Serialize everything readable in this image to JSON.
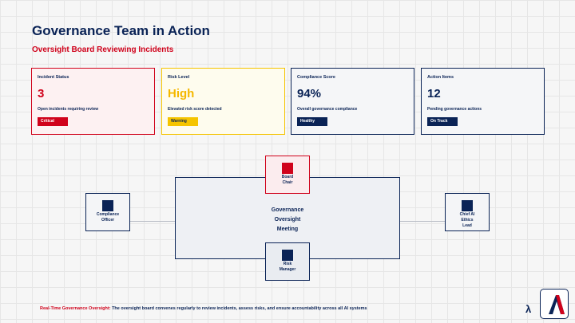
{
  "header": {
    "title": "Governance Team in Action",
    "subtitle": "Oversight Board Reviewing Incidents"
  },
  "cards": [
    {
      "label": "Incident Status",
      "value": "3",
      "desc": "Open incidents requiring review",
      "badge": "Critical",
      "color": "#d0021b"
    },
    {
      "label": "Risk Level",
      "value": "High",
      "desc": "Elevated risk score detected",
      "badge": "Warning",
      "color": "#f5c400"
    },
    {
      "label": "Compliance Score",
      "value": "94%",
      "desc": "Overall governance compliance",
      "badge": "Healthy",
      "color": "#0a2356"
    },
    {
      "label": "Action Items",
      "value": "12",
      "desc": "Pending governance actions",
      "badge": "On Track",
      "color": "#0a2356"
    }
  ],
  "diagram": {
    "meeting": [
      "Governance",
      "Oversight",
      "Meeting"
    ],
    "chair": [
      "Board",
      "Chair"
    ],
    "compliance": [
      "Compliance",
      "Officer"
    ],
    "ai_lead": [
      "Chief AI",
      "Ethics",
      "Lead"
    ],
    "risk": [
      "Risk",
      "Manager"
    ]
  },
  "footer": {
    "highlight": "Real-Time Governance Oversight:",
    "text": " The oversight board convenes regularly to review incidents, assess risks, and ensure accountability across all AI systems",
    "lambda": "λ"
  },
  "colors": {
    "navy": "#0a2356",
    "red": "#d0021b",
    "yellow": "#f5c400"
  }
}
